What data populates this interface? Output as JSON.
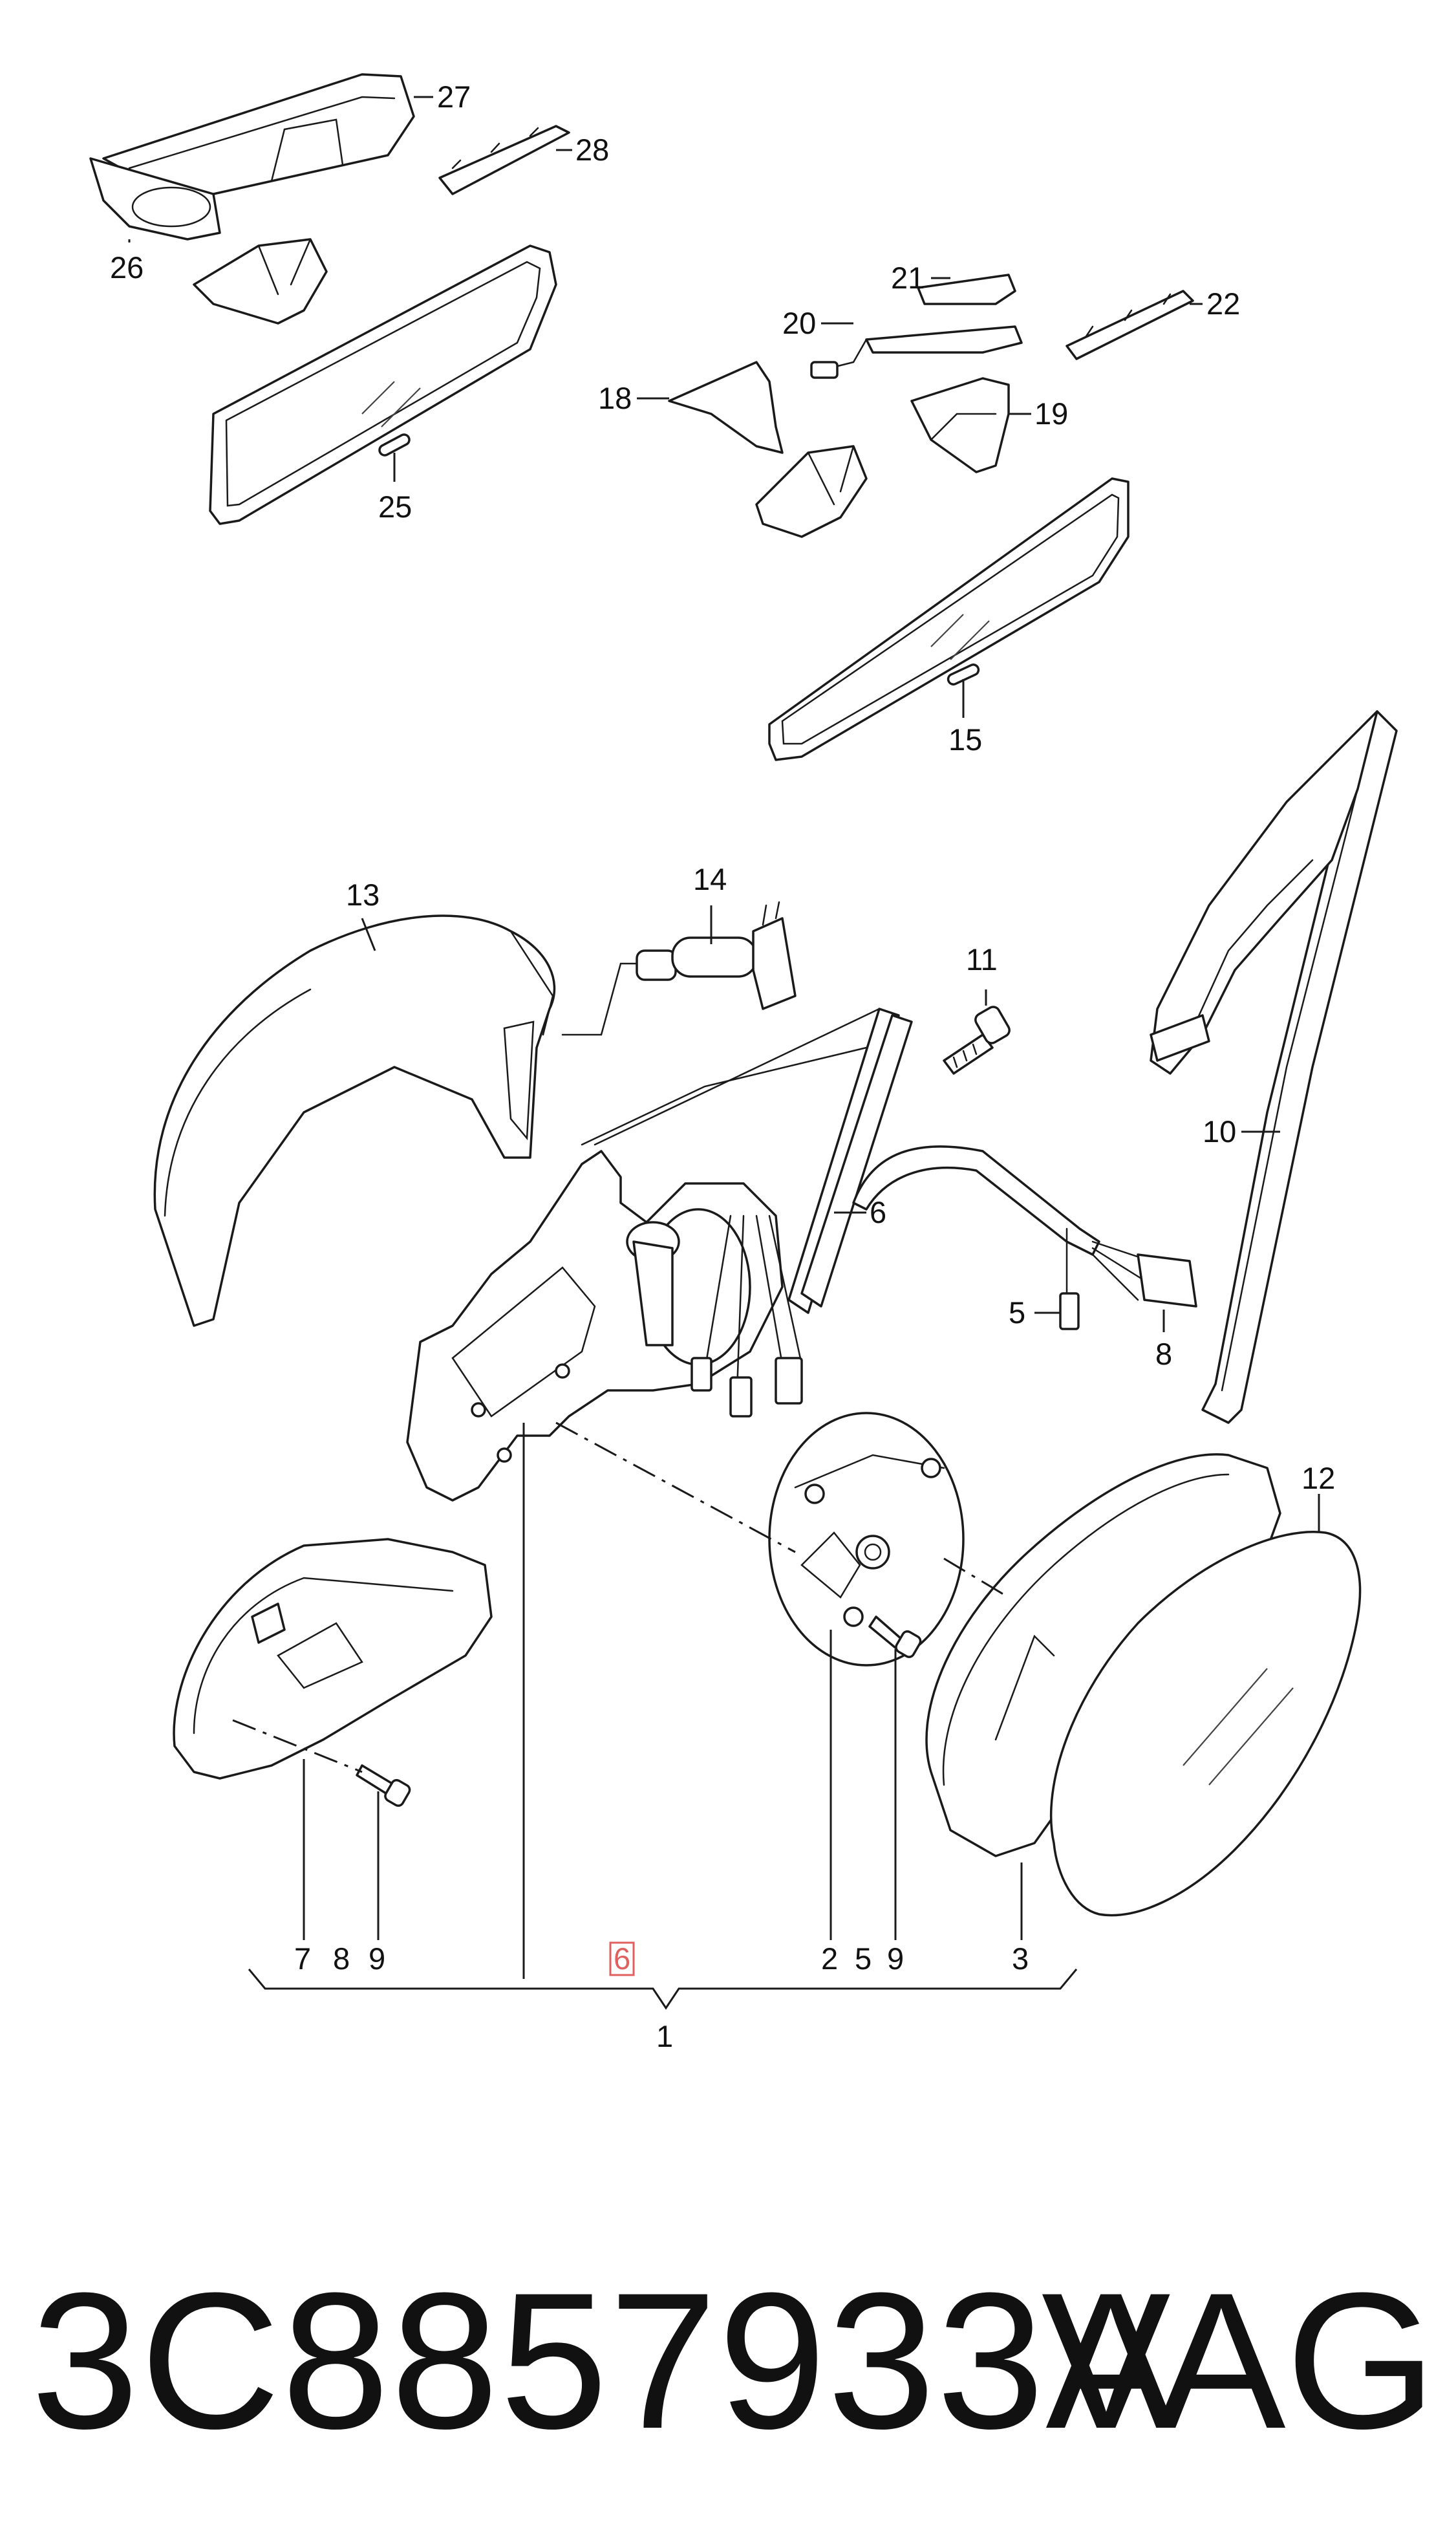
{
  "diagram": {
    "callouts": {
      "c1": "1",
      "c2": "2",
      "c3": "3",
      "c5a": "5",
      "c5b": "5",
      "c6a": "6",
      "c6b": "6",
      "c7": "7",
      "c8a": "8",
      "c8b": "8",
      "c9a": "9",
      "c9b": "9",
      "c10": "10",
      "c11": "11",
      "c12": "12",
      "c13": "13",
      "c14": "14",
      "c15": "15",
      "c18": "18",
      "c19": "19",
      "c20": "20",
      "c21": "21",
      "c22": "22",
      "c25": "25",
      "c26": "26",
      "c27": "27",
      "c28": "28"
    },
    "highlighted_callout": "6"
  },
  "footer": {
    "part_number": "3C8857933A",
    "brand": "VAG"
  }
}
